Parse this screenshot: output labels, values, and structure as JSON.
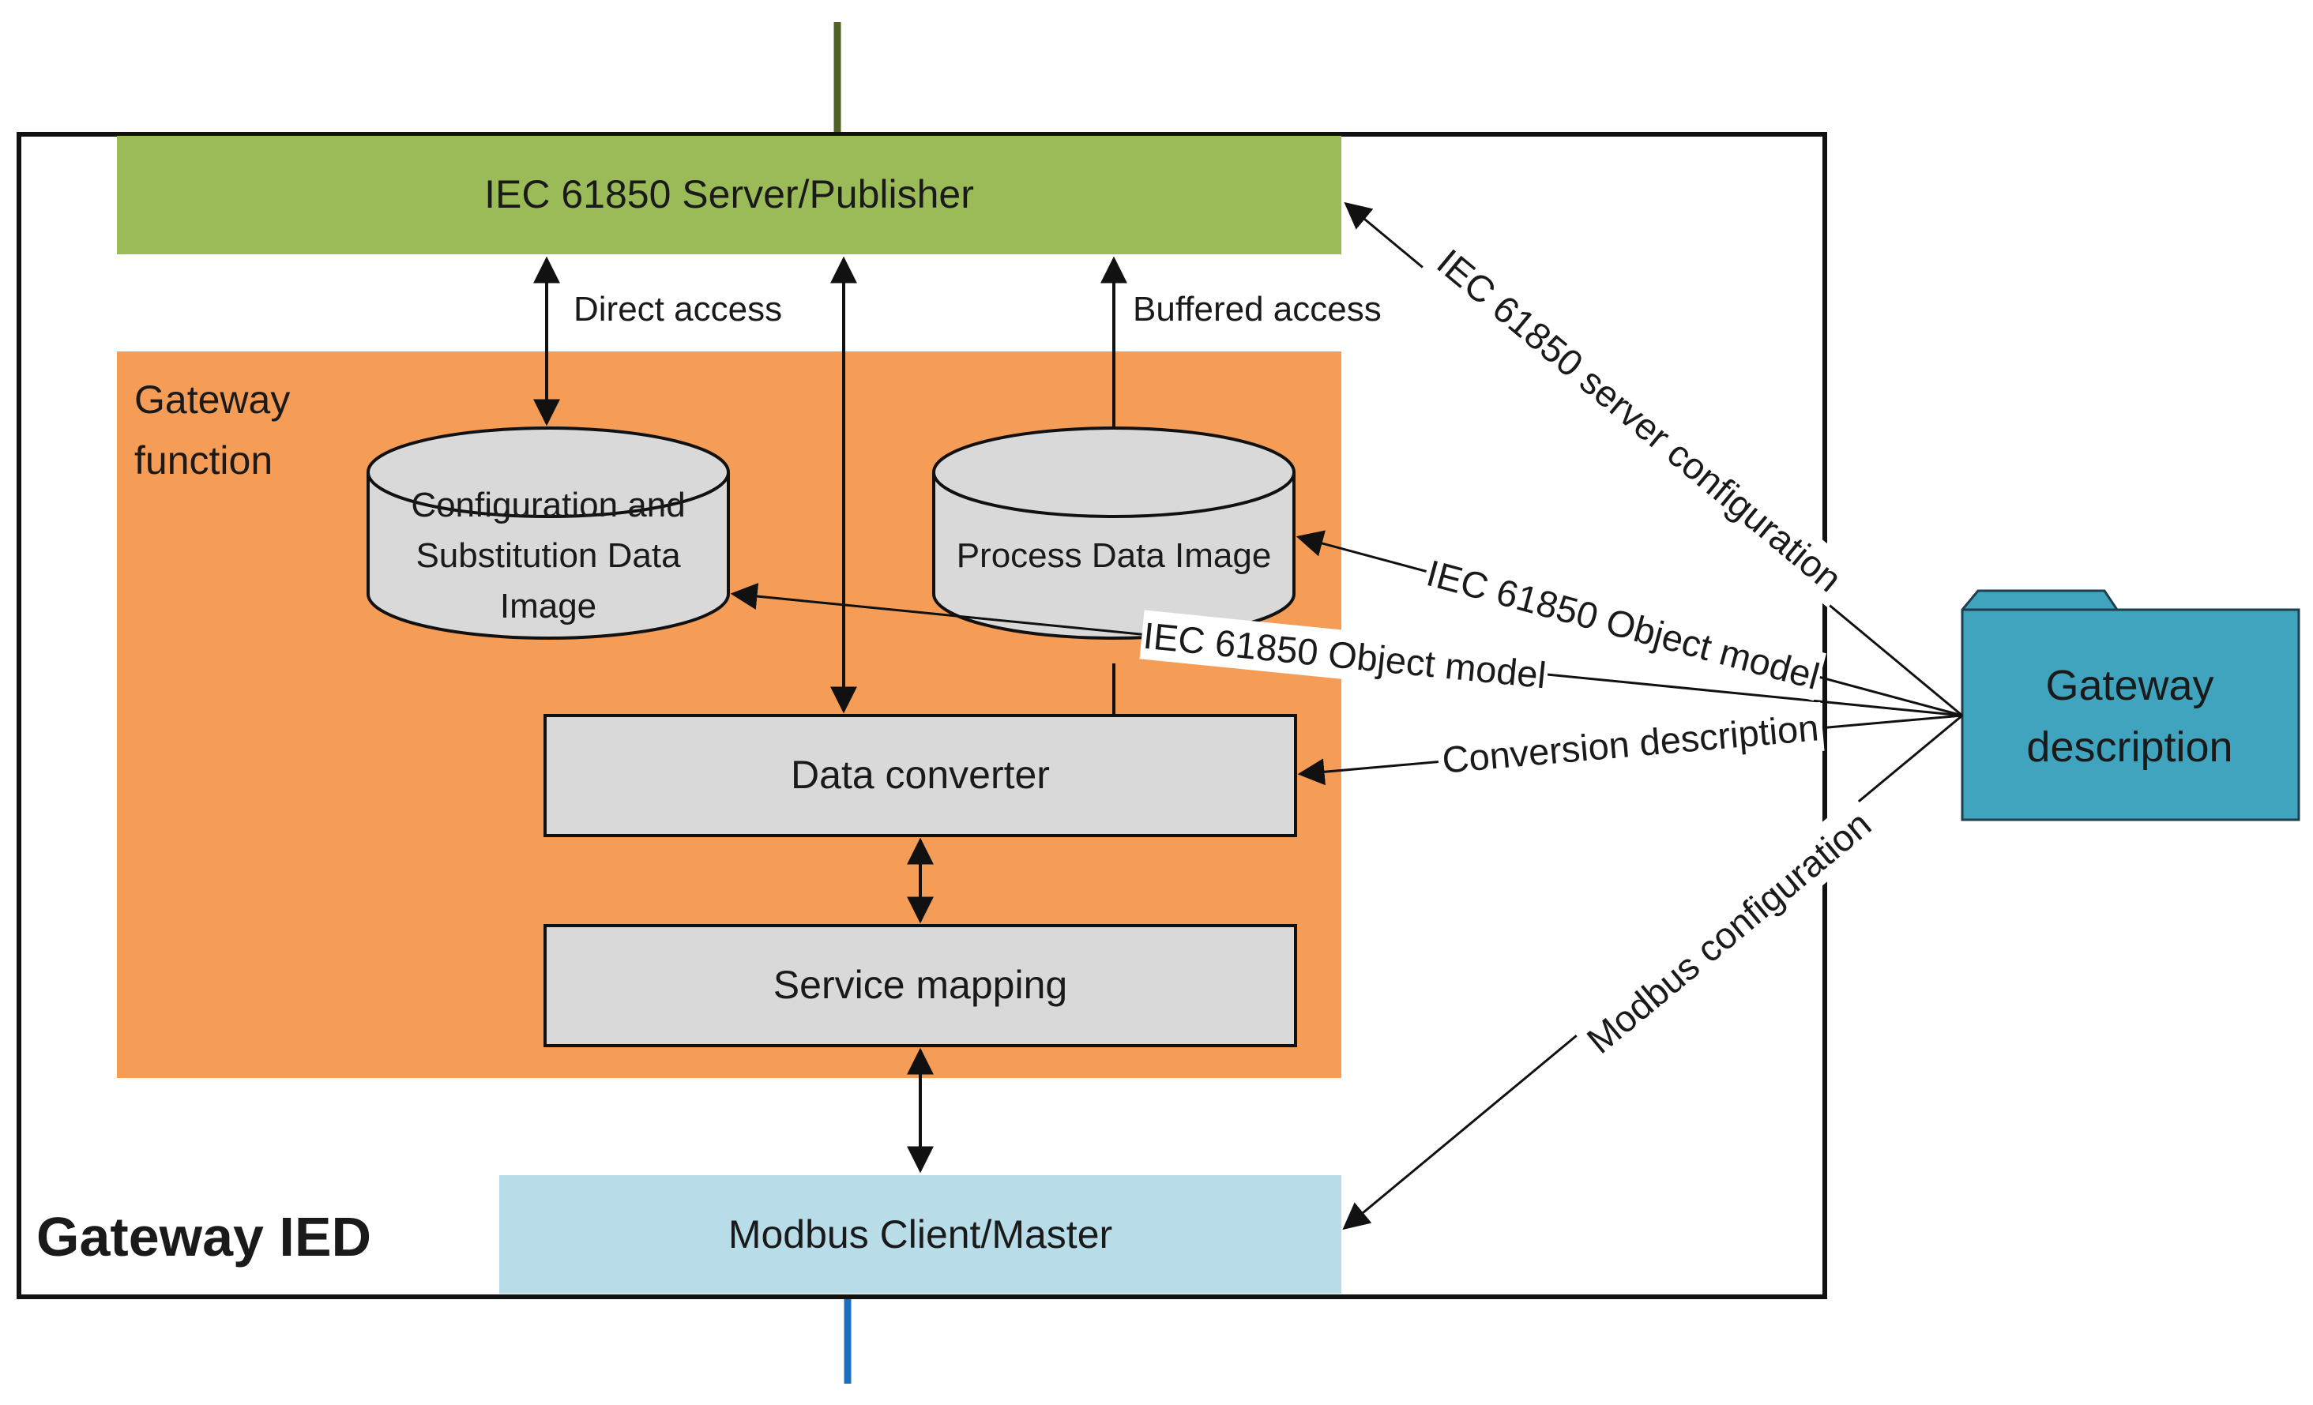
{
  "diagram": {
    "ied_label": "Gateway IED",
    "server": {
      "label": "IEC 61850 Server/Publisher",
      "color": "#9bbb59"
    },
    "gateway_function": {
      "label_line1": "Gateway",
      "label_line2": "function",
      "color": "#f59d56"
    },
    "config_image": {
      "line1": "Configuration and",
      "line2": "Substitution Data",
      "line3": "Image"
    },
    "process_image": {
      "label": "Process Data Image"
    },
    "data_converter": {
      "label": "Data converter"
    },
    "service_mapping": {
      "label": "Service mapping"
    },
    "modbus": {
      "label": "Modbus Client/Master",
      "color": "#b8dde9"
    },
    "gateway_description": {
      "line1": "Gateway",
      "line2": "description",
      "color": "#41a4bf"
    },
    "edges": {
      "direct_access": "Direct access",
      "buffered_access": "Buffered access",
      "server_configuration": "IEC 61850 server configuration",
      "object_model_process": "IEC 61850 Object model",
      "object_model_config": "IEC 61850 Object model",
      "conversion_description": "Conversion description",
      "modbus_configuration": "Modbus configuration"
    }
  }
}
